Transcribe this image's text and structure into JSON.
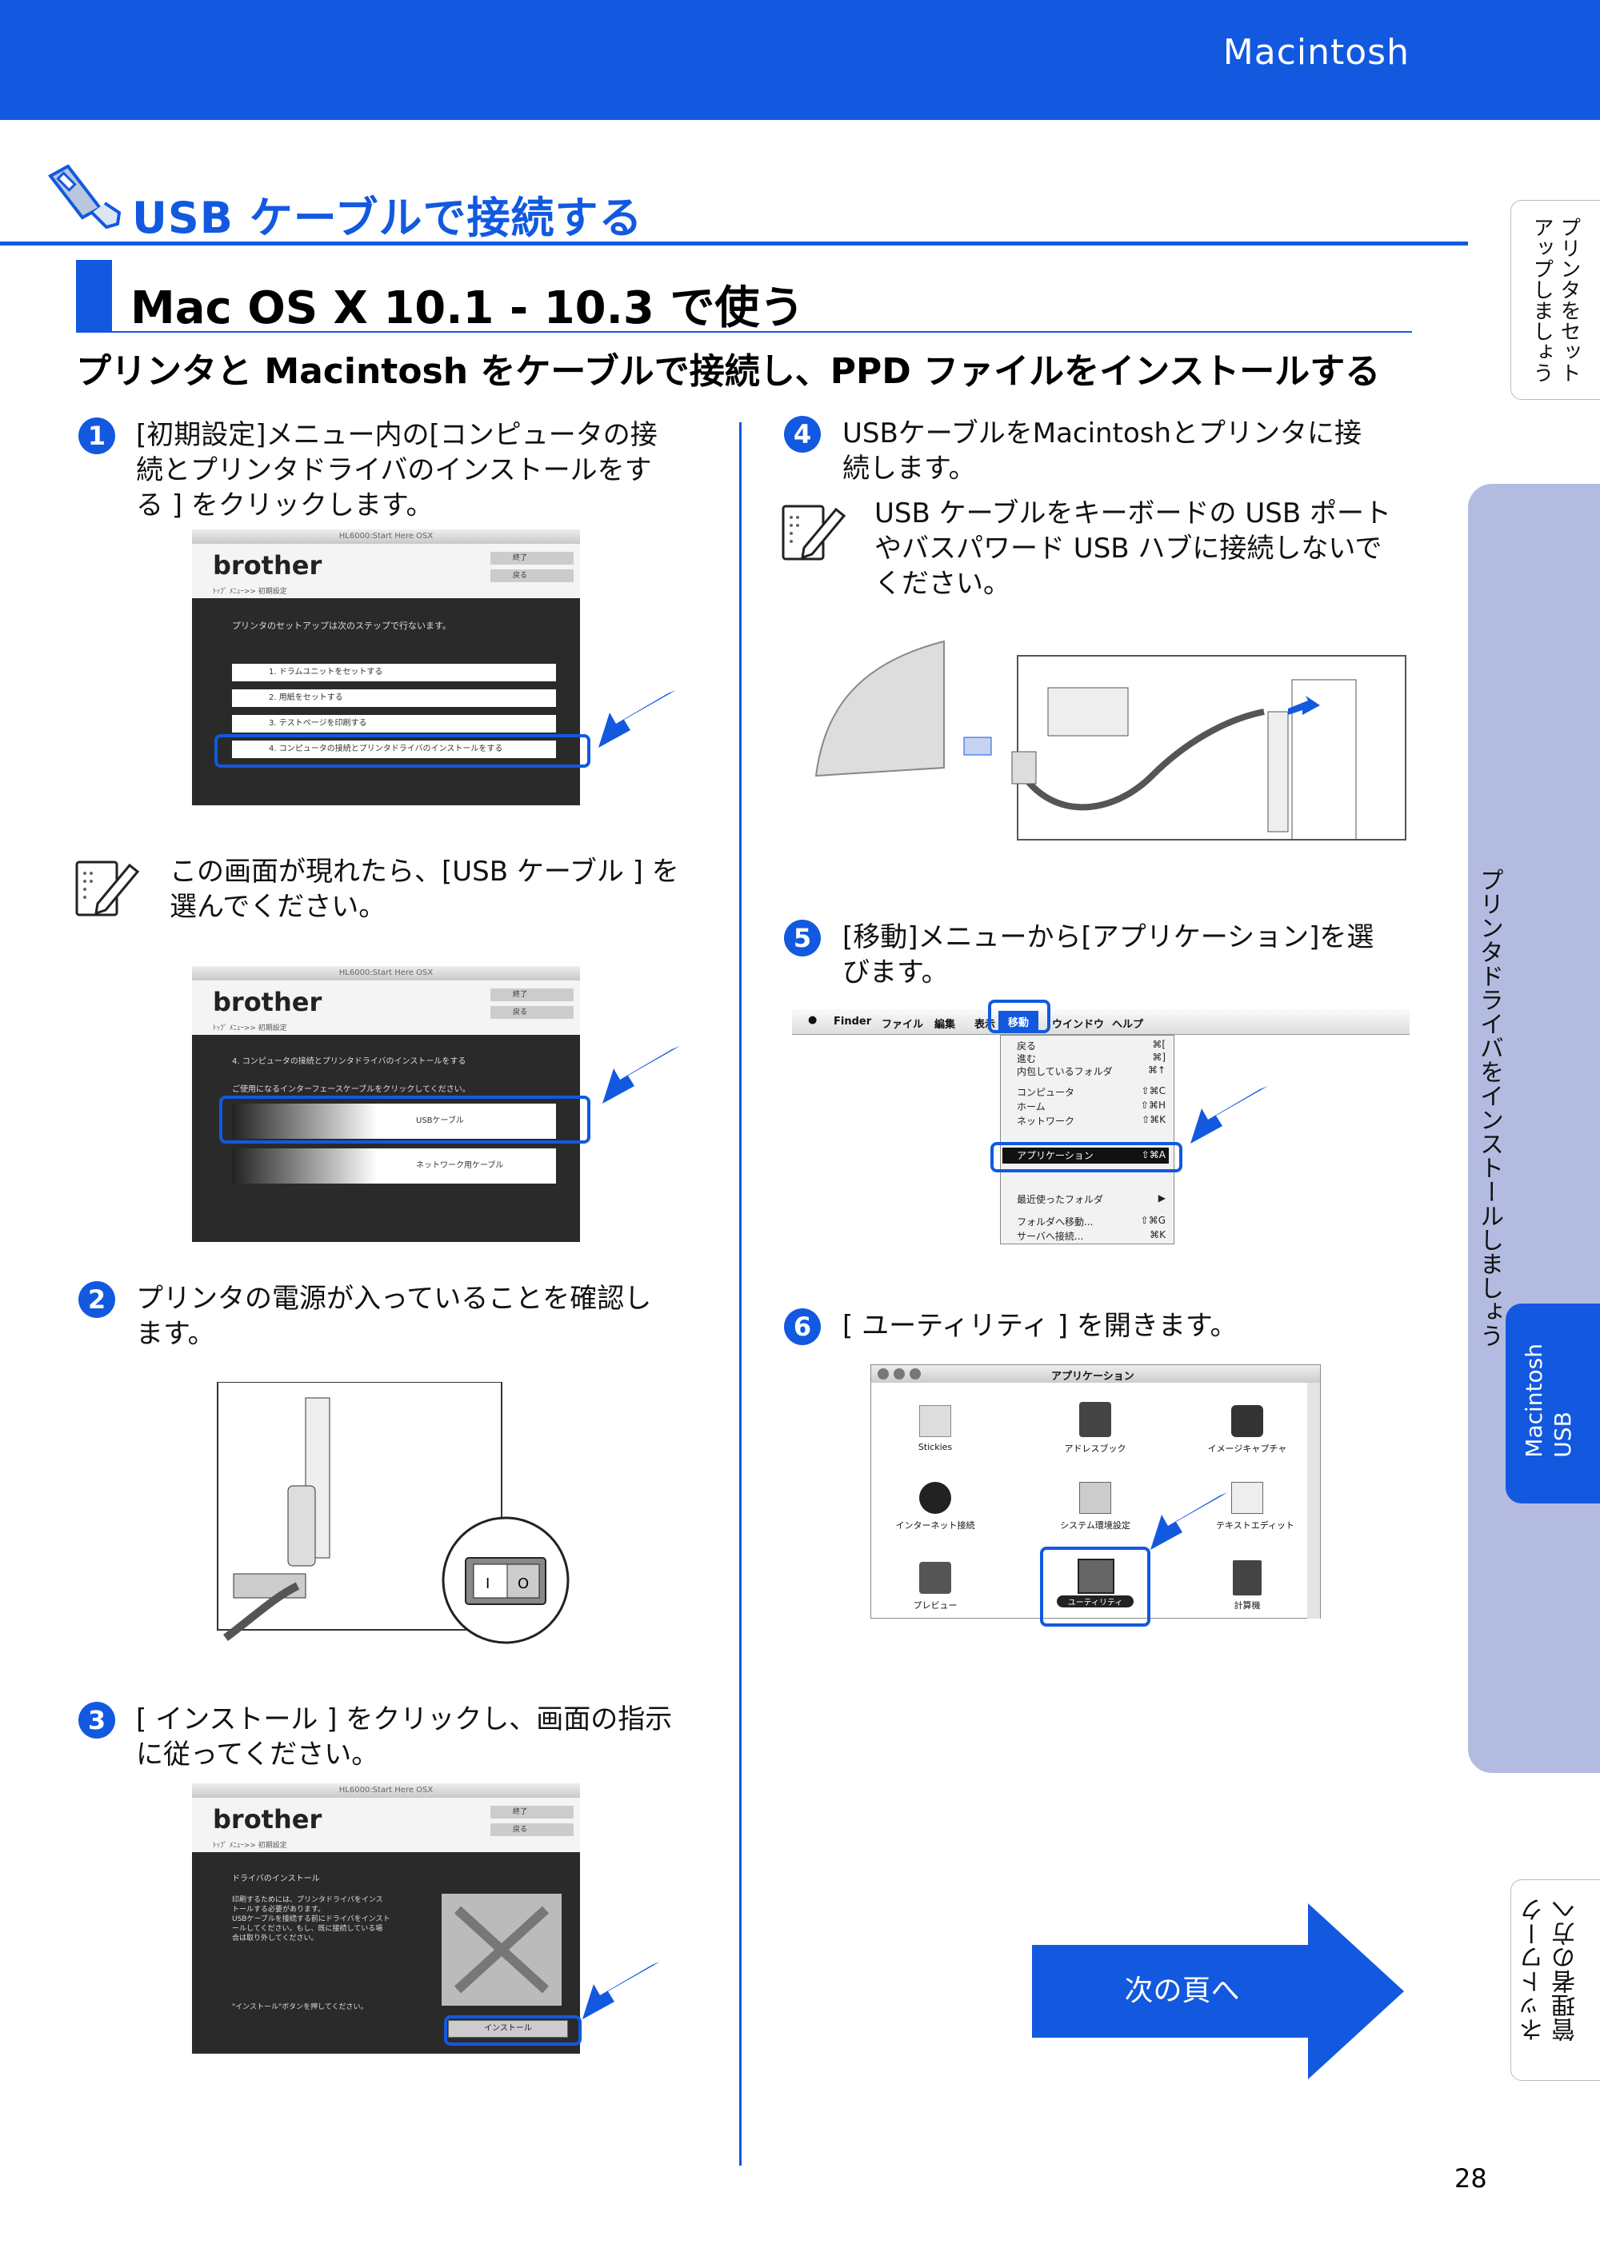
{
  "header": {
    "title": "Macintosh"
  },
  "section_title": "USB ケーブルで接続する",
  "os_title": "Mac OS X 10.1 - 10.3 で使う",
  "subtitle": "プリンタと Macintosh をケーブルで接続し、PPD ファイルをインストールする",
  "steps": [
    {
      "num": "1",
      "lines": [
        "[初期設定]メニュー内の[コンピュータの接",
        "続とプリンタドライバのインストールをす",
        "る ] をクリックします。"
      ]
    },
    {
      "num": "2",
      "lines": [
        "プリンタの電源が入っていることを確認し",
        "ます。"
      ]
    },
    {
      "num": "3",
      "lines": [
        "[ インストール ] をクリックし、画面の指示",
        "に従ってください。"
      ]
    },
    {
      "num": "4",
      "lines": [
        "USBケーブルをMacintoshとプリンタに接",
        "続します。"
      ]
    },
    {
      "num": "5",
      "lines": [
        "[移動]メニューから[アプリケーション]を選",
        "びます。"
      ]
    },
    {
      "num": "6",
      "lines": [
        "[ ユーティリティ ] を開きます。"
      ]
    }
  ],
  "note1": [
    "この画面が現れたら、[USB ケーブル ] を",
    "選んでください。"
  ],
  "note2": [
    "USB ケーブルをキーボードの USB ポート",
    "やバスパワード USB ハブに接続しないで",
    "ください。"
  ],
  "shot_common": {
    "window_title": "HL6000:Start Here OSX",
    "logo": "brother",
    "crumb": "ﾄｯﾌﾟ ﾒﾆｭｰ>> 初期設定",
    "btn_quit": "終了",
    "btn_back": "戻る"
  },
  "shot1": {
    "heading": "プリンタのセットアップは次のステップで行ないます。",
    "rows": [
      "1. ドラムユニットをセットする",
      "2. 用紙をセットする",
      "3. テストページを印刷する",
      "4. コンピュータの接続とプリンタドライバのインストールをする"
    ]
  },
  "shot2": {
    "heading": "4. コンピュータの接続とプリンタドライバのインストールをする",
    "sub": "ご使用になるインターフェースケーブルをクリックしてください。",
    "options": [
      "USBケーブル",
      "ネットワーク用ケーブル"
    ]
  },
  "shot3": {
    "heading": "ドライバのインストール",
    "body": [
      "印刷するためには、プリンタドライバをインス",
      "トールする必要があります。",
      "USBケーブルを接続する前にドライバをインスト",
      "ールしてください。もし、既に接続している場",
      "合は取り外してください。"
    ],
    "footer": "\"インストール\"ボタンを押してください。",
    "install_btn": "インストール"
  },
  "menu": {
    "bar": [
      "Finder",
      "ファイル",
      "編集",
      "表示",
      "移動",
      "ウインドウ",
      "ヘルプ"
    ],
    "items": [
      {
        "label": "戻る",
        "key": "⌘["
      },
      {
        "label": "進む",
        "key": "⌘]"
      },
      {
        "label": "内包しているフォルダ",
        "key": "⌘↑"
      },
      {
        "label": "コンピュータ",
        "key": "⇧⌘C"
      },
      {
        "label": "ホーム",
        "key": "⇧⌘H"
      },
      {
        "label": "ネットワーク",
        "key": "⇧⌘K"
      },
      {
        "label": "アプリケーション",
        "key": "⇧⌘A"
      },
      {
        "label": "最近使ったフォルダ",
        "key": "▶"
      },
      {
        "label": "フォルダへ移動...",
        "key": "⇧⌘G"
      },
      {
        "label": "サーバへ接続...",
        "key": "⌘K"
      }
    ]
  },
  "apps": {
    "window_title": "アプリケーション",
    "icons": [
      "Stickies",
      "アドレスブック",
      "イメージキャプチャ",
      "インターネット接続",
      "システム環境設定",
      "テキストエディット",
      "プレビュー",
      "ユーティリティ",
      "計算機"
    ]
  },
  "side_tabs": [
    "プリンタをセット\nアップしましょう",
    "プリンタドライバをインストールしましょう",
    "Macintosh\nUSB",
    "ネットワーク\n管理者の方へ"
  ],
  "next_page": "次の頁へ",
  "page_number": "28",
  "colors": {
    "accent": "#1259e0",
    "side_panel": "#b3bce0",
    "dark_screen": "#2a2a2a"
  }
}
